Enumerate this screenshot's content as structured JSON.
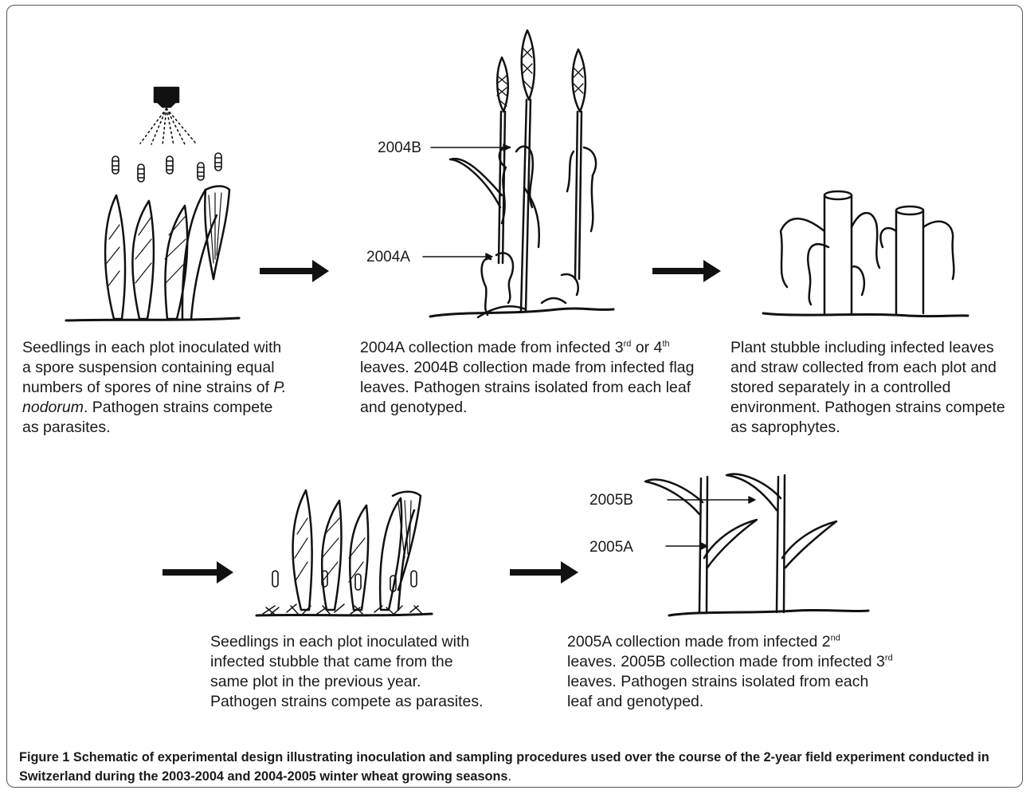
{
  "panel1": {
    "description": "Seedlings in each plot inoculated with a spore suspension containing equal numbers of spores of nine strains of ",
    "species_italic": "P. nodorum",
    "description_end": ". Pathogen strains compete as parasites."
  },
  "panel2": {
    "label_2004B": "2004B",
    "label_2004A": "2004A",
    "description_a": "2004A  collection made from infected 3",
    "sup_a": "rd",
    "description_b": " or 4",
    "sup_b": "th",
    "description_c": " leaves.  2004B collection made from infected flag leaves. Pathogen strains isolated from each leaf and genotyped."
  },
  "panel3": {
    "description": "Plant stubble including infected leaves and straw collected from each plot and stored separately in a controlled environment. Pathogen strains compete as saprophytes."
  },
  "panel4": {
    "description": "Seedlings in each plot inoculated with infected stubble that came from the same plot in the previous year. Pathogen strains compete as parasites."
  },
  "panel5": {
    "label_2005B": "2005B",
    "label_2005A": "2005A",
    "description_a": "2005A collection made from infected 2",
    "sup_a": "nd",
    "description_b": " leaves.  2005B collection made  from infected 3",
    "sup_b": "rd",
    "description_c": " leaves. Pathogen strains isolated from each leaf and genotyped."
  },
  "caption": {
    "figure_label": "Figure 1",
    "text": " Schematic of experimental design illustrating inoculation and sampling procedures used over the course of the 2-year field experiment conducted in Switzerland during the 2003-2004 and 2004-2005 winter wheat growing seasons",
    "end": "."
  }
}
